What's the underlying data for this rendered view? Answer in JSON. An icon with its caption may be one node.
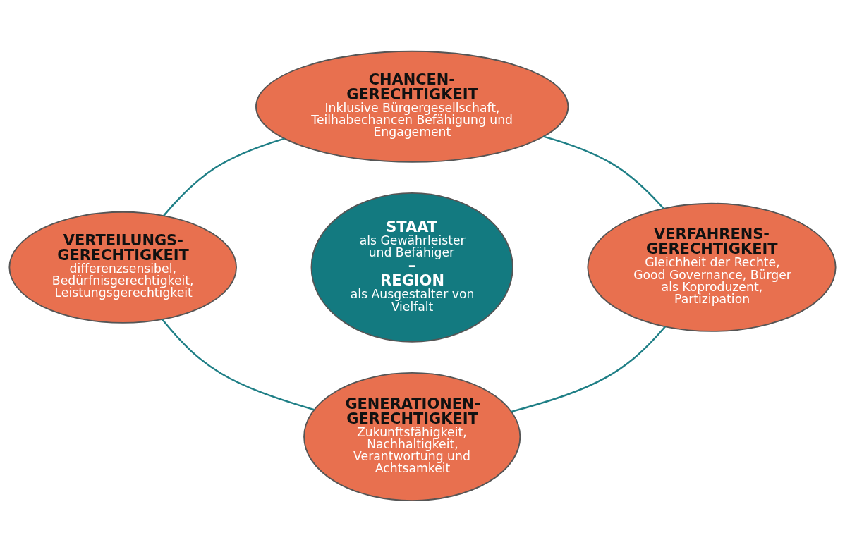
{
  "diagram": {
    "nodes": [
      {
        "text": [
          "CHANCEN- GERECHTIGKEIT",
          "Inklusive Bürgergesellschaft, Teilhabechancen Befähigung und Engagement"
        ]
      },
      {
        "text": [
          "VERTEILUNGS- GERECHTIGKEIT",
          "differenzsensibel, Bedürfnisgerechtigkeit, Leistungsgerechtigkeit"
        ]
      },
      {
        "text": [
          "STAAT",
          "als Gewährleister und Befähiger",
          "–",
          "REGION",
          "als Ausgestalter von Vielfalt"
        ]
      },
      {
        "text": [
          "VERFAHRENS- GERECHTIGKEIT",
          "Gleichheit der Rechte, Good Governance, Bürger als Koproduzent, Partizipation"
        ]
      },
      {
        "text": [
          "GENERATIONEN- GERECHTIGKEIT",
          "Zukunftsfähigkeit, Nachhaltigkeit, Verantwortung und Achtsamkeit"
        ]
      }
    ],
    "edges": [
      {
        "from": 0,
        "to": 1,
        "arrow": "none"
      },
      {
        "from": 0,
        "to": 3,
        "arrow": "none"
      },
      {
        "from": 1,
        "to": 4,
        "arrow": "none"
      },
      {
        "from": 3,
        "to": 4,
        "arrow": "none"
      }
    ]
  }
}
